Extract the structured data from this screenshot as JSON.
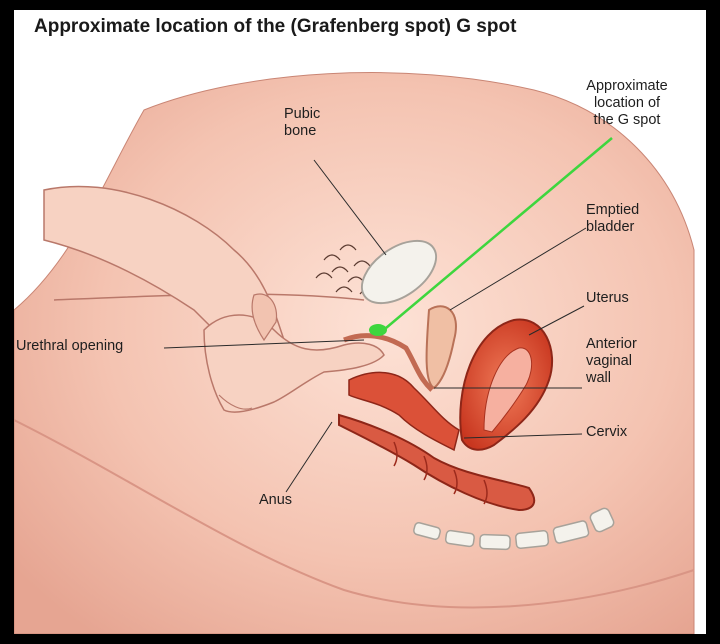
{
  "title": "Approximate location of the (Grafenberg spot) G spot",
  "labels": {
    "pubic_bone": [
      "Pubic",
      "bone"
    ],
    "g_spot": [
      "Approximate",
      "location of",
      "the G spot"
    ],
    "bladder": [
      "Emptied",
      "bladder"
    ],
    "uterus": "Uterus",
    "urethral_opening": "Urethral opening",
    "anterior_wall": [
      "Anterior",
      "vaginal",
      "wall"
    ],
    "cervix": "Cervix",
    "anus": "Anus"
  },
  "colors": {
    "background": "#000000",
    "panel": "#ffffff",
    "skin": "#f6c9b8",
    "skin_shadow": "#dc9c88",
    "tissue": "#d84a33",
    "tissue_dark": "#9c2a1c",
    "bone": "#f2f0ea",
    "pointer_line": "#3ed63e"
  }
}
